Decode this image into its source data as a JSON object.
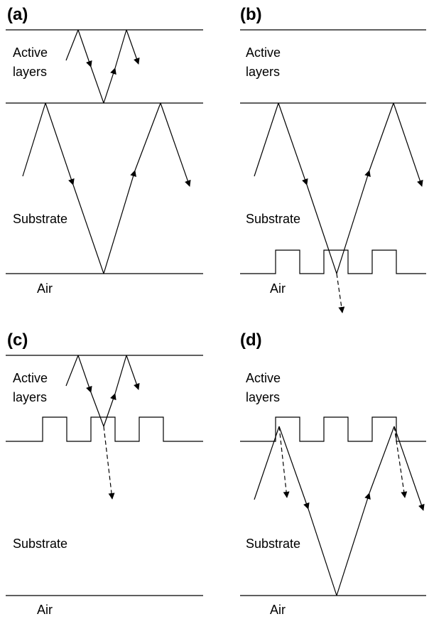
{
  "panels": [
    {
      "label": "(a)",
      "active": [
        "Active",
        "layers"
      ],
      "substrate": "Substrate",
      "air": "Air"
    },
    {
      "label": "(b)",
      "active": [
        "Active",
        "layers"
      ],
      "substrate": "Substrate",
      "air": "Air"
    },
    {
      "label": "(c)",
      "active": [
        "Active",
        "layers"
      ],
      "substrate": "Substrate",
      "air": "Air"
    },
    {
      "label": "(d)",
      "active": [
        "Active",
        "layers"
      ],
      "substrate": "Substrate",
      "air": "Air"
    }
  ]
}
